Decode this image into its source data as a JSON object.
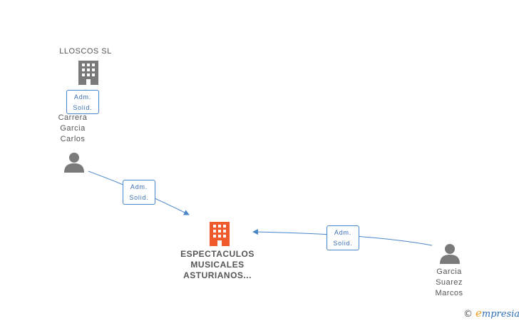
{
  "nodes": {
    "lloscos": {
      "label": "LLOSCOS SL",
      "type": "company",
      "color": "#7a7a7a"
    },
    "carrera": {
      "label": "Carrera\nGarcia\nCarlos",
      "type": "person",
      "color": "#7a7a7a"
    },
    "espectaculos": {
      "label": "ESPECTACULOS\nMUSICALES\nASTURIANOS...",
      "type": "company",
      "color": "#f05a2a"
    },
    "garcia": {
      "label": "Garcia\nSuarez\nMarcos",
      "type": "person",
      "color": "#7a7a7a"
    }
  },
  "edges": [
    {
      "from": "carrera",
      "to": "lloscos",
      "label": "Adm.\nSolid."
    },
    {
      "from": "carrera",
      "to": "espectaculos",
      "label": "Adm.\nSolid."
    },
    {
      "from": "garcia",
      "to": "espectaculos",
      "label": "Adm.\nSolid."
    }
  ],
  "colors": {
    "edge": "#4a86c8"
  },
  "watermark": {
    "symbol": "©",
    "first_letter": "e",
    "rest": "mpresia"
  }
}
